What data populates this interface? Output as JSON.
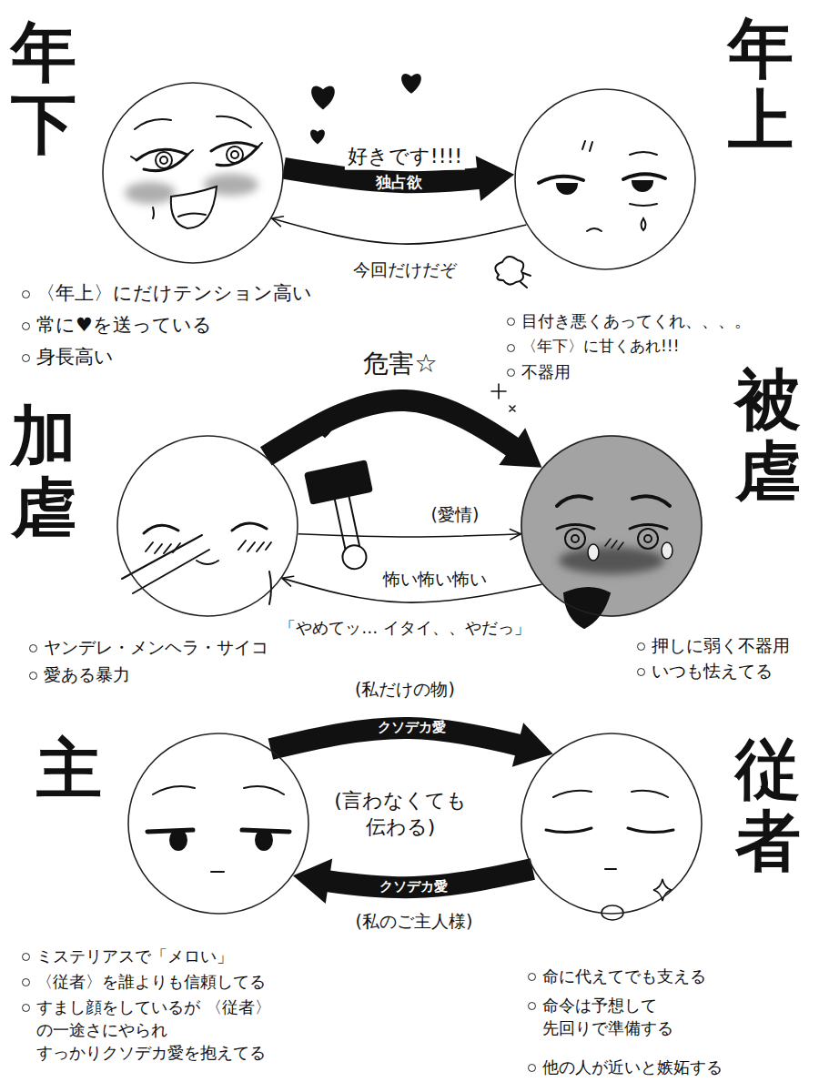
{
  "diagram": {
    "nodes": [
      {
        "text": [
          "年下",
          "〈年上〉にだけテンション高い",
          "常に♥を送っている",
          "身長高い"
        ]
      },
      {
        "text": [
          "年上",
          "目付き悪くあってくれ、、、。",
          "〈年下〉に甘くあれ!!!",
          "不器用"
        ]
      },
      {
        "text": [
          "加虐",
          "ヤンデレ・メンヘラ・サイコ",
          "愛ある暴力"
        ]
      },
      {
        "text": [
          "被虐",
          "押しに弱く不器用",
          "いつも怯えてる"
        ]
      },
      {
        "text": [
          "主",
          "ミステリアスで「メロい」",
          "〈従者〉を誰よりも信頼してる",
          "すまし顔をしているが 〈従者〉の一途さにやられ すっかりクソデカ愛を抱えてる"
        ]
      },
      {
        "text": [
          "従者",
          "命に代えてでも支える",
          "命令は予想して 先回りで準備する",
          "他の人が近いと嫉妬する"
        ]
      }
    ],
    "edges": [
      {
        "from": 0,
        "to": 1,
        "label": "独占欲",
        "arrow": "to"
      },
      {
        "from": 1,
        "to": 0,
        "label": "今回だけだぞ",
        "arrow": "to"
      },
      {
        "from": 2,
        "to": 3,
        "label": "危害☆",
        "arrow": "to"
      },
      {
        "from": 2,
        "to": 3,
        "label": "(愛情)",
        "arrow": "to"
      },
      {
        "from": 3,
        "to": 2,
        "label": "怖い怖い怖い",
        "arrow": "to"
      },
      {
        "from": 4,
        "to": 5,
        "label": "クソデカ愛",
        "arrow": "to"
      },
      {
        "from": 5,
        "to": 4,
        "label": "クソデカ愛",
        "arrow": "to"
      }
    ],
    "labels": [
      "好きです!!!!",
      "「やめてッ… イタイ、、やだっ」",
      "(私だけの物)",
      "(言わなくても 伝わる)",
      "(私のご主人様)"
    ]
  }
}
